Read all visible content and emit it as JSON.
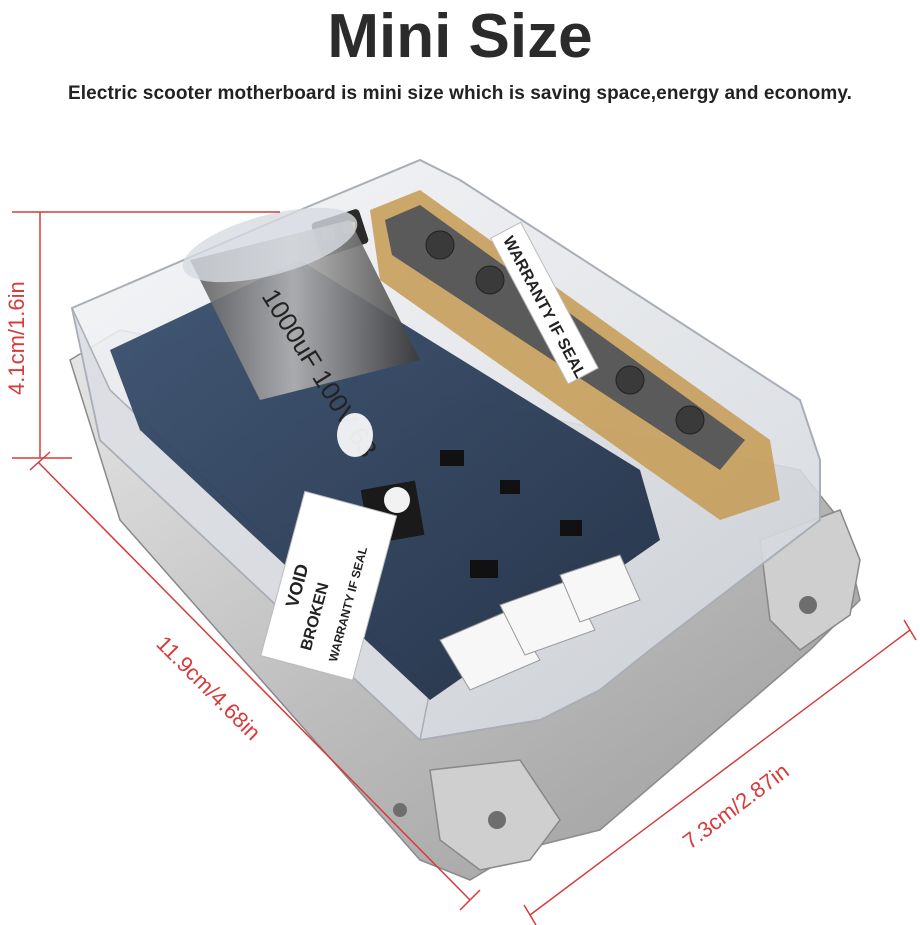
{
  "header": {
    "title": "Mini Size",
    "subtitle": "Electric scooter motherboard is mini size which is saving space,energy and economy."
  },
  "dimensions": {
    "height_label": "4.1cm/1.6in",
    "length_label": "11.9cm/4.68in",
    "width_label": "7.3cm/2.87in"
  },
  "product": {
    "capacitor_text": "1000uF 100V 63",
    "warranty_sticker_1": "WARRANTY IF SEAL",
    "void_sticker": "VOID",
    "broken_sticker": "BROKEN",
    "warranty_sticker_2": "WARRANTY IF SEAL"
  },
  "colors": {
    "dimension_line": "#d93a3a",
    "title_text": "#2b2b2b",
    "pcb": "#2a3b57",
    "housing": "#e4e6ea",
    "aluminum_base": "#c9c9c9"
  }
}
